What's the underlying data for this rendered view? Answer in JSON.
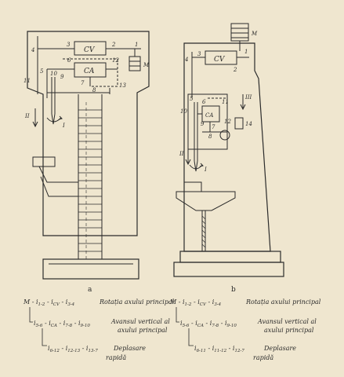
{
  "figure": {
    "caption_a": "a",
    "caption_b": "b"
  },
  "machine_a": {
    "box_top": "CV",
    "box_mid": "CA",
    "motor": "M",
    "numbers": [
      "1",
      "2",
      "3",
      "4",
      "5",
      "6",
      "7",
      "8",
      "9",
      "10",
      "11",
      "12",
      "13"
    ],
    "roman_ii": "II",
    "roman_i": "I"
  },
  "machine_b": {
    "box_top": "CV",
    "box_mid": "CA",
    "motor": "M",
    "numbers": [
      "1",
      "2",
      "3",
      "4",
      "5",
      "6",
      "7",
      "8",
      "9",
      "10",
      "11",
      "12",
      "14"
    ],
    "roman_iii": "III",
    "roman_ii": "II",
    "roman_i": "I"
  },
  "equations_a": {
    "main": {
      "text": "M - i",
      "sub1": "1-2",
      "mid": " - i",
      "sub2": "CV",
      "mid2": " - i",
      "sub3": "3-4",
      "desc": "Rotația axului principal"
    },
    "feed": {
      "text": "i",
      "sub1": "5-6",
      "mid": " - i",
      "sub2": "CA",
      "mid2": " - i",
      "sub3": "7-8",
      "mid3": " - i",
      "sub4": "9-10",
      "desc1": "Avansul vertical al",
      "desc2": "axului principal"
    },
    "fast": {
      "text": "i",
      "sub1": "6-12",
      "mid": " - i",
      "sub2": "12-13",
      "mid2": " - i",
      "sub3": "13-7",
      "desc1": "Deplasare",
      "desc2": "rapidă"
    }
  },
  "equations_b": {
    "main": {
      "text": "M - i",
      "sub1": "1-2",
      "mid": " - i",
      "sub2": "CV",
      "mid2": " - i",
      "sub3": "3-4",
      "desc": "Rotația axului principal"
    },
    "feed": {
      "text": "i",
      "sub1": "5-6",
      "mid": " - i",
      "sub2": "CA",
      "mid2": " - i",
      "sub3": "7-8",
      "mid3": " - i",
      "sub4": "9-10",
      "desc1": "Avansul vertical al",
      "desc2": "axului principal"
    },
    "fast": {
      "text": "i",
      "sub1": "6-11",
      "mid": " - i",
      "sub2": "11-12",
      "mid2": " - i",
      "sub3": "12-7",
      "desc1": "Deplasare",
      "desc2": "rapidă"
    }
  }
}
